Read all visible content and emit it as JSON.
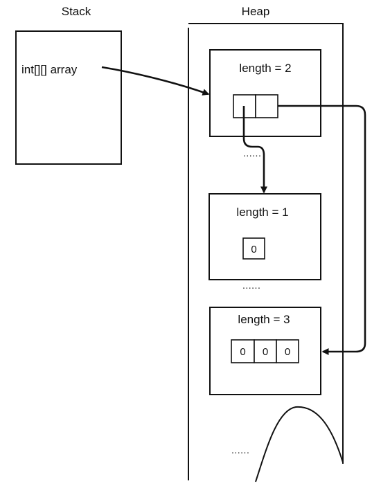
{
  "regions": {
    "stack_label": "Stack",
    "heap_label": "Heap"
  },
  "stack": {
    "variable": "int[][] array"
  },
  "heap": {
    "outer_array": {
      "label": "length = 2"
    },
    "inner_array_1": {
      "label": "length = 1",
      "cells": [
        "0"
      ]
    },
    "inner_array_2": {
      "label": "length = 3",
      "cells": [
        "0",
        "0",
        "0"
      ]
    },
    "ellipsis": {
      "after_outer": "......",
      "after_inner_1": "......",
      "bottom": "......"
    }
  },
  "colors": {
    "stroke": "#111111",
    "background": "#ffffff"
  }
}
